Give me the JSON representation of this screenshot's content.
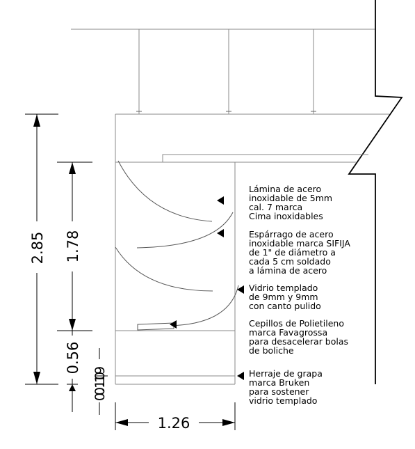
{
  "drawing": {
    "dimensions": {
      "total_height": "2.85",
      "inner_height": "1.78",
      "lower_height": "0.56",
      "base_height": "0.19",
      "base_height_small": "0.10",
      "width": "1.26"
    },
    "notes": [
      {
        "id": "lamina",
        "lines": [
          "Lámina de acero",
          "inoxidable de 5mm",
          "cal. 7 marca",
          "Cima inoxidables"
        ]
      },
      {
        "id": "esparrago",
        "lines": [
          "Espárrago de acero",
          "inoxidable marca SIFIJA",
          "de 1\" de diámetro a",
          "cada 5 cm soldado",
          "a lámina de acero"
        ]
      },
      {
        "id": "vidrio",
        "lines": [
          "Vidrio templado",
          "de 9mm y 9mm",
          "con canto pulido"
        ]
      },
      {
        "id": "cepillos",
        "lines": [
          "Cepillos de Polietileno",
          "marca Favagrossa",
          "para desacelerar bolas",
          "de boliche"
        ]
      },
      {
        "id": "herraje",
        "lines": [
          "Herraje de grapa",
          "marca Bruken",
          "para sostener",
          "vidrio templado"
        ]
      }
    ]
  }
}
